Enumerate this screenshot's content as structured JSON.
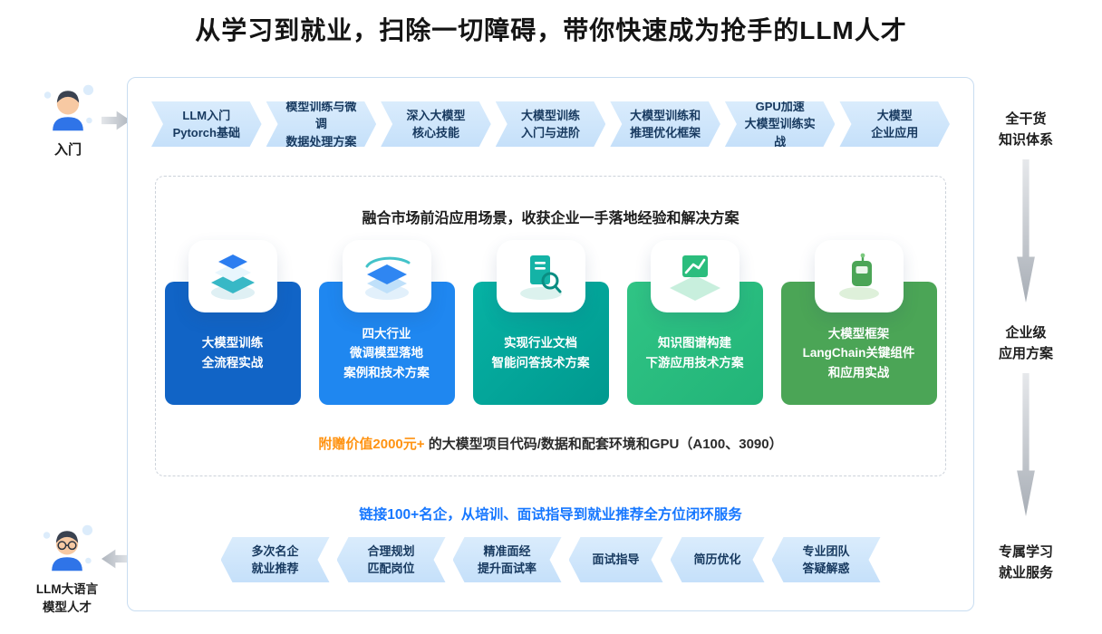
{
  "page": {
    "title": "从学习到就业，扫除一切障碍，带你快速成为抢手的LLM人才"
  },
  "left_rail": {
    "entry_label": "入门",
    "exit_label": "LLM大语言\n模型人才"
  },
  "right_rail": {
    "labels": [
      "全干货\n知识体系",
      "企业级\n应用方案",
      "专属学习\n就业服务"
    ]
  },
  "top_flow": {
    "steps": [
      {
        "label": "LLM入门\nPytorch基础"
      },
      {
        "label": "模型训练与微调\n数据处理方案"
      },
      {
        "label": "深入大模型\n核心技能"
      },
      {
        "label": "大模型训练\n入门与进阶"
      },
      {
        "label": "大模型训练和\n推理优化框架"
      },
      {
        "label": "GPU加速\n大模型训练实战"
      },
      {
        "label": "大模型\n企业应用"
      }
    ]
  },
  "projects": {
    "heading": "融合市场前沿应用场景，收获企业一手落地经验和解决方案",
    "cards": [
      {
        "label": "大模型训练\n全流程实战",
        "icon": "training-stack-icon",
        "color": "#1164c6"
      },
      {
        "label": "四大行业\n微调模型落地\n案例和技术方案",
        "icon": "finetune-cube-icon",
        "color": "#1f87f0"
      },
      {
        "label": "实现行业文档\n智能问答技术方案",
        "icon": "doc-qa-icon",
        "color": "#00a79b"
      },
      {
        "label": "知识图谱构建\n下游应用技术方案",
        "icon": "knowledge-graph-icon",
        "color": "#2bbd7d"
      },
      {
        "label": "大模型框架\nLangChain关键组件\n和应用实战",
        "icon": "langchain-robot-icon",
        "color": "#4ba556"
      }
    ],
    "bonus": {
      "highlight": "附赠价值2000元+",
      "rest": " 的大模型项目代码/数据和配套环境和GPU（A100、3090）"
    }
  },
  "services": {
    "heading": "链接100+名企，从培训、面试指导到就业推荐全方位闭环服务",
    "steps": [
      {
        "label": "多次名企\n就业推荐"
      },
      {
        "label": "合理规划\n匹配岗位"
      },
      {
        "label": "精准面经\n提升面试率"
      },
      {
        "label": "面试指导"
      },
      {
        "label": "简历优化"
      },
      {
        "label": "专业团队\n答疑解惑"
      }
    ]
  },
  "colors": {
    "chevron_bg": "#cfe6fb",
    "chevron_text": "#17395f",
    "accent_blue": "#1677ff",
    "highlight_orange": "#ff9312",
    "card_colors": [
      "#1164c6",
      "#1f87f0",
      "#00a79b",
      "#2bbd7d",
      "#4ba556"
    ]
  }
}
